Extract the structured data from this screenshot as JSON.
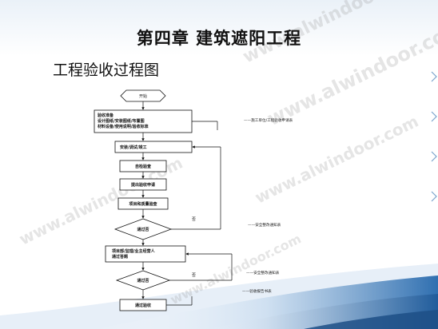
{
  "slide": {
    "title": "第四章 建筑遮阳工程",
    "subtitle": "工程验收过程图"
  },
  "flow": {
    "start": "开始",
    "prep_lines": [
      "验收准备",
      "设计图纸/安装图纸/布置图",
      "材料设备/使用说明/验收标准"
    ],
    "step_install": "安装/调试/竣工",
    "step_self_check": "自检验查",
    "step_submit": "提出验收申请",
    "step_project_check": "项目和质量验查",
    "decision_1": "通过否",
    "step_sign_lines": [
      "项目部/监理/业主经营人",
      "通过答题"
    ],
    "decision_2": "通过否",
    "step_accept": "通过验收",
    "no_label_1": "否",
    "no_label_2": "否"
  },
  "notes": {
    "note_1": "——施工单位/工程验收申请表",
    "note_2": "——安全整改通知表",
    "note_3": "——安全整改通知表",
    "note_4": "——验收报告书表"
  },
  "watermark": {
    "text": "www.alwindoor.com"
  },
  "colors": {
    "wave_blue": "#2f6fb0",
    "wave_light": "#dbe8f5",
    "line": "#111111"
  }
}
